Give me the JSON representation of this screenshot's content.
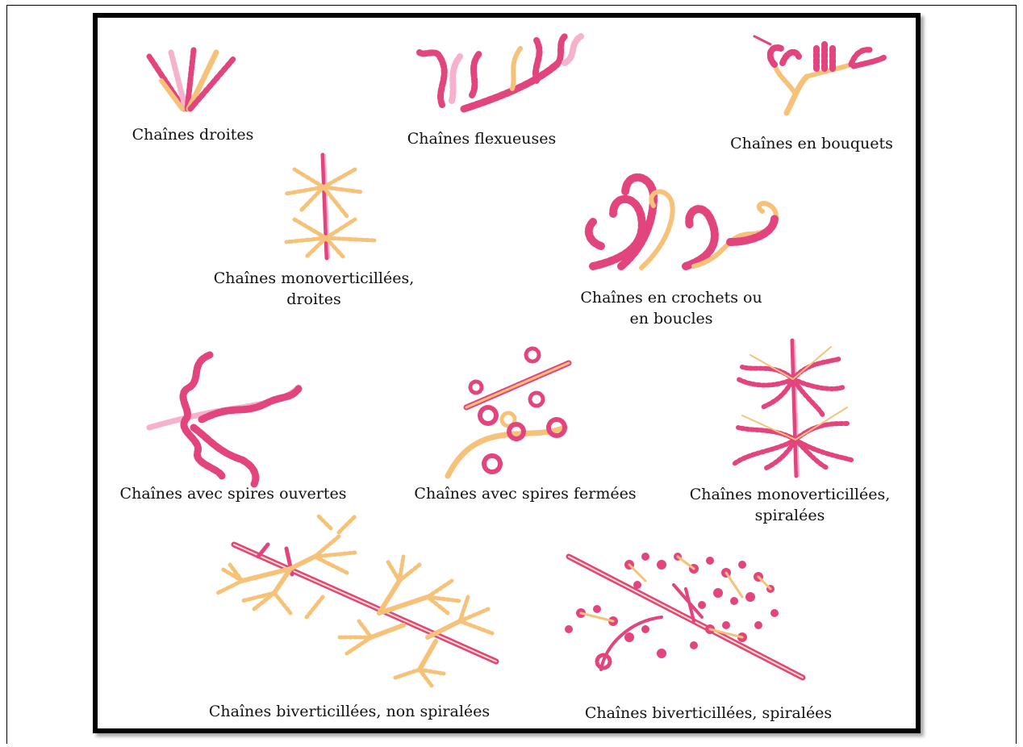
{
  "colors": {
    "chain_pink": "#e2457d",
    "chain_light": "#f6b2cc",
    "stem_orange": "#f6c27a",
    "stem_light": "#fde3c0",
    "frame": "#000000"
  },
  "labels": {
    "droites": "Chaînes droites",
    "flexueuses": "Chaînes flexueuses",
    "bouquets": "Chaînes en bouquets",
    "monovert_droites_1": "Chaînes monoverticillées,",
    "monovert_droites_2": "droites",
    "crochets_1": "Chaînes en crochets ou",
    "crochets_2": "en boucles",
    "spires_ouvertes": "Chaînes avec spires ouvertes",
    "spires_fermees": "Chaînes avec spires fermées",
    "monovert_spir_1": "Chaînes monoverticillées,",
    "monovert_spir_2": "spiralées",
    "bivert_non_spir": "Chaînes biverticillées, non spiralées",
    "bivert_spir": "Chaînes biverticillées, spiralées"
  }
}
